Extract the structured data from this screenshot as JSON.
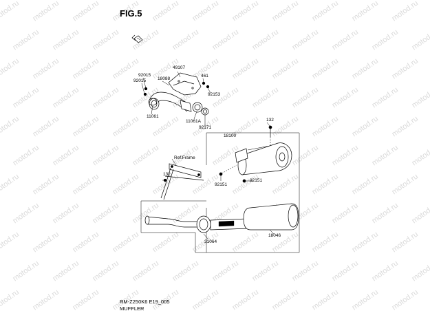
{
  "figure_title": "FIG.5",
  "watermark": "motod.ru",
  "parts": {
    "p92015": "92015",
    "p92015b": "92015",
    "p18088": "18088",
    "p49107": "49107",
    "p461": "461",
    "p92153": "92153",
    "p11061": "11061",
    "p11061a": "11061A",
    "p92171": "92171",
    "p132a": "132",
    "p18100": "18100",
    "ref_frame": "Ref.Frame",
    "p132b": "132",
    "p92151a": "92151",
    "p92151b": "92151",
    "p31064": "31064",
    "p18046": "18046"
  },
  "footer": {
    "code": "RM-Z250K6 E19_005",
    "name": "MUFFLER"
  }
}
